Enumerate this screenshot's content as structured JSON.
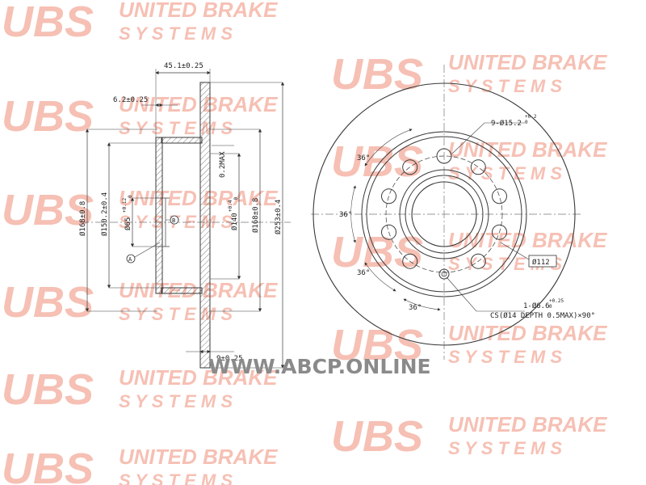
{
  "watermark": {
    "logo": "UBS",
    "line1": "UNITED BRAKE",
    "line2": "S Y S T E M S",
    "color": "#f6c0b4"
  },
  "side_view": {
    "dims": {
      "overall_thickness": "45.1±0.25",
      "flange": "6.2±0.25",
      "runout": "0.2MAX",
      "hub_outer": "Ø168±0.8",
      "hat_inner": "Ø150.2±0.4",
      "center_bore": "Ø65",
      "center_bore_tol": "+0.12\n0",
      "hat_inner2": "Ø140",
      "hat_inner2_tol": "+0.4\n0",
      "hub_outer2": "Ø168±0.8",
      "disc_diameter": "Ø253±0.4",
      "disc_thickness": "9±0.25"
    },
    "markers": [
      "B",
      "A"
    ]
  },
  "front_view": {
    "holes": "9-Ø15.2",
    "holes_tol": "+0.2\n0",
    "pcd": "Ø112",
    "angles": [
      "36°",
      "36°",
      "36°",
      "36°"
    ],
    "locator_hole": "1-Ø6.6",
    "locator_tol": "+0.25\n0",
    "countersink": "CS(Ø14 DEPTH 0.5MAX)×90°"
  },
  "site_watermark": "WWW.ABCP.ONLINE",
  "colors": {
    "line": "#3a3a3a",
    "hatch": "#5a5a5a"
  }
}
